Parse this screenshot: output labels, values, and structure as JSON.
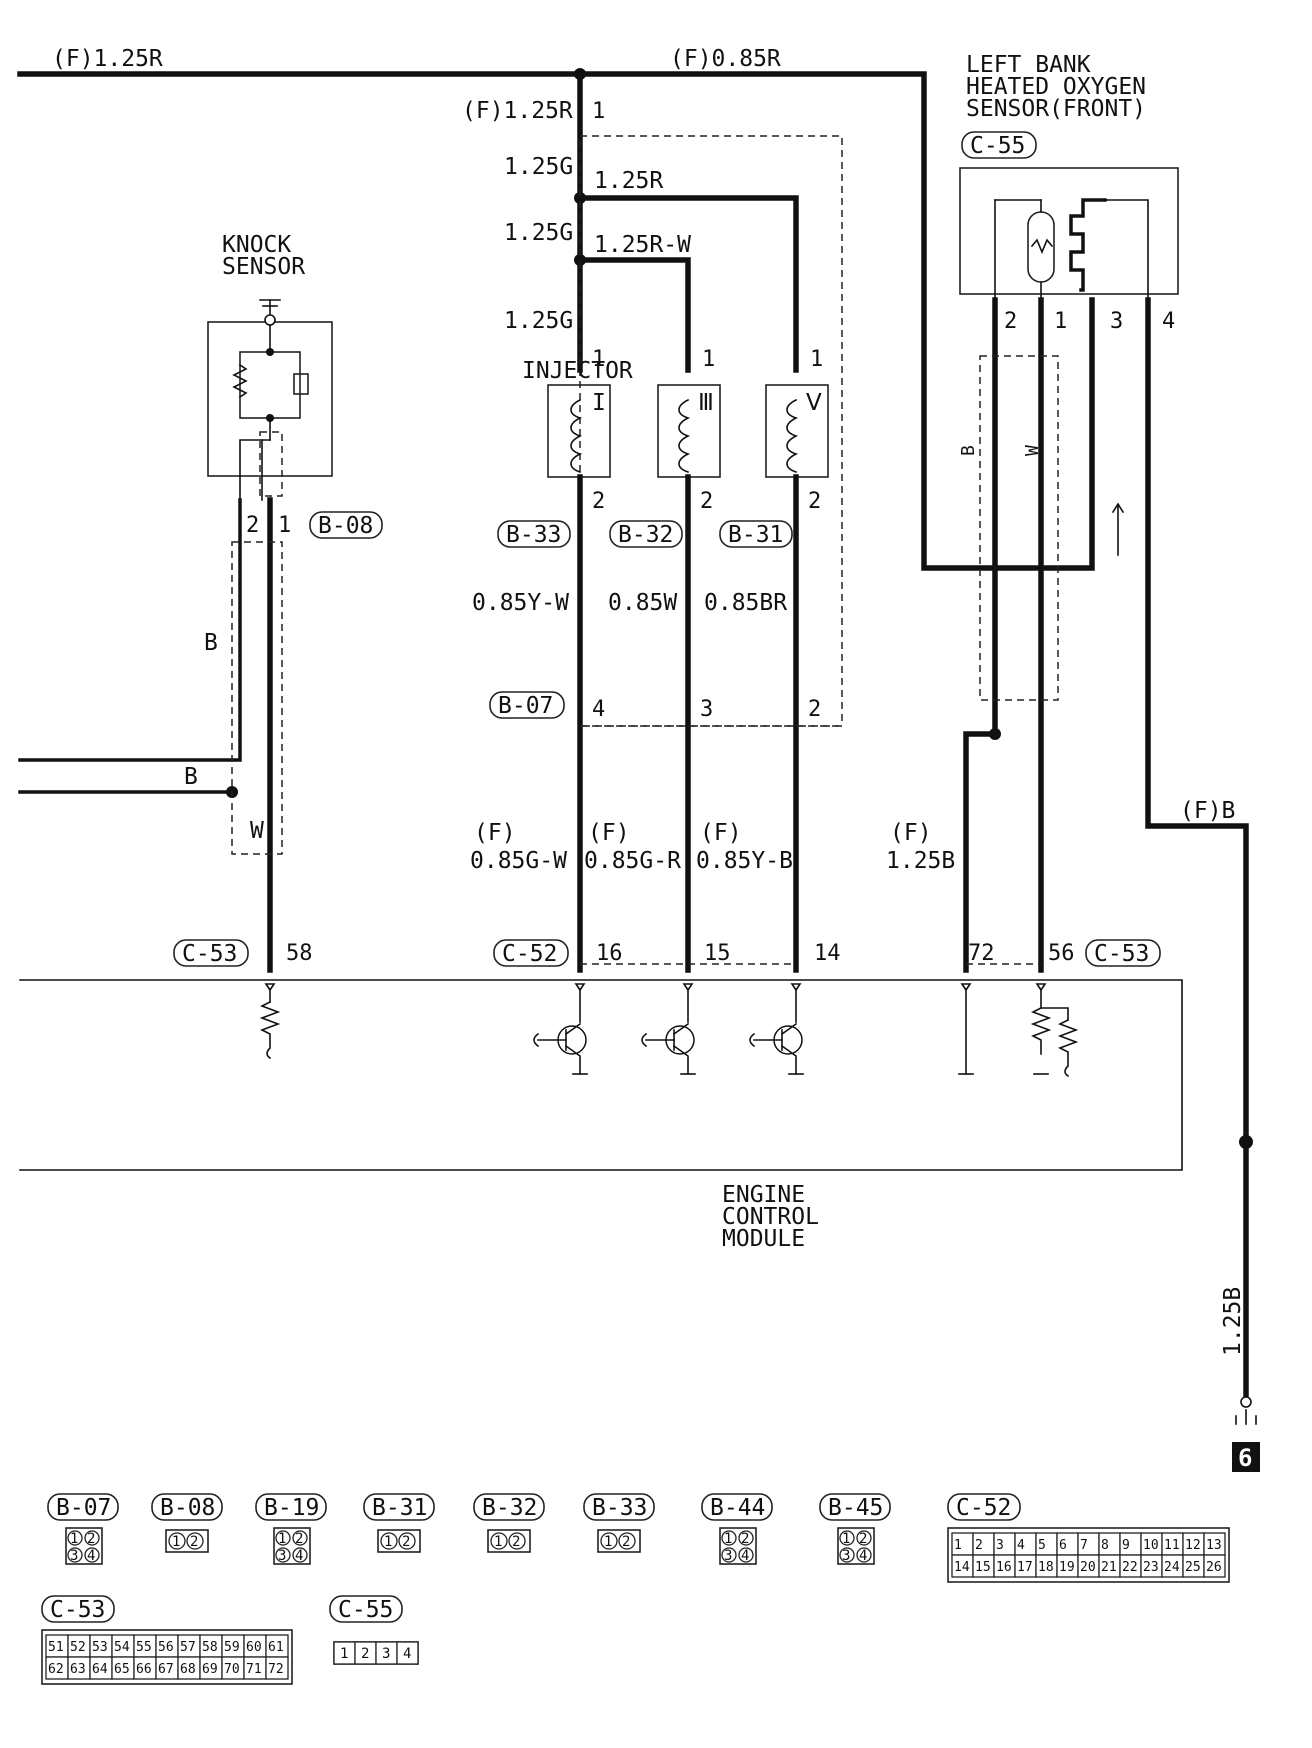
{
  "wires": {
    "top_left": "(F)1.25R",
    "top_right": "(F)0.85R",
    "inj_feed": "(F)1.25R",
    "g1": "1.25G",
    "r1": "1.25R",
    "g2": "1.25G",
    "rw": "1.25R-W",
    "g3": "1.25G",
    "inj1_out": "0.85Y-W",
    "inj3_out": "0.85W",
    "inj5_out": "0.85BR",
    "ecm1_pre": "(F)",
    "ecm1": "0.85G-W",
    "ecm2_pre": "(F)",
    "ecm2": "0.85G-R",
    "ecm3_pre": "(F)",
    "ecm3": "0.85Y-B",
    "o2_gnd_pre": "(F)",
    "o2_gnd": "1.25B",
    "o2_b": "B",
    "o2_w": "W",
    "knock_b_vert": "B",
    "knock_b_horiz": "B",
    "knock_w": "W",
    "fb": "(F)B",
    "ground": "1.25B"
  },
  "components": {
    "knock_sensor_line1": "KNOCK",
    "knock_sensor_line2": "SENSOR",
    "o2_line1": "LEFT BANK",
    "o2_line2": "HEATED OXYGEN",
    "o2_line3": "SENSOR(FRONT)",
    "injector": "INJECTOR",
    "inj_1_roman": "I",
    "inj_3_roman": "Ⅲ",
    "inj_5_roman": "Ⅴ",
    "ecm_line1": "ENGINE",
    "ecm_line2": "CONTROL",
    "ecm_line3": "MODULE",
    "ground_number": "6"
  },
  "connectors": {
    "b08": "B-08",
    "b33": "B-33",
    "b32": "B-32",
    "b31": "B-31",
    "b07": "B-07",
    "c55": "C-55",
    "c53_left": "C-53",
    "c52": "C-52",
    "c53_right": "C-53"
  },
  "pins": {
    "p_inj_top": "1",
    "p_inj3_1": "1",
    "p_inj5_1": "1",
    "p_inj1_top": "1",
    "p_inj1_2": "2",
    "p_inj3_2": "2",
    "p_inj5_2": "2",
    "p_ks_2": "2",
    "p_ks_1": "1",
    "p_b07_4": "4",
    "p_b07_3": "3",
    "p_b07_2": "2",
    "p_o2_2": "2",
    "p_o2_1": "1",
    "p_o2_3": "3",
    "p_o2_4": "4",
    "p_ecm_58": "58",
    "p_ecm_16": "16",
    "p_ecm_15": "15",
    "p_ecm_14": "14",
    "p_ecm_72": "72",
    "p_ecm_56": "56"
  },
  "legend": {
    "b07": {
      "label": "B-07",
      "pins": [
        "1",
        "2",
        "3",
        "4"
      ]
    },
    "b08": {
      "label": "B-08",
      "pins": [
        "1",
        "2"
      ]
    },
    "b19": {
      "label": "B-19",
      "pins": [
        "1",
        "2",
        "3",
        "4"
      ]
    },
    "b31": {
      "label": "B-31",
      "pins": [
        "1",
        "2"
      ]
    },
    "b32": {
      "label": "B-32",
      "pins": [
        "1",
        "2"
      ]
    },
    "b33": {
      "label": "B-33",
      "pins": [
        "1",
        "2"
      ]
    },
    "b44": {
      "label": "B-44",
      "pins": [
        "1",
        "2",
        "3",
        "4"
      ]
    },
    "b45": {
      "label": "B-45",
      "pins": [
        "1",
        "2",
        "3",
        "4"
      ]
    },
    "c52": {
      "label": "C-52",
      "row1": [
        "1",
        "2",
        "3",
        "4",
        "5",
        "6",
        "7",
        "8",
        "9",
        "10",
        "11",
        "12",
        "13"
      ],
      "row2": [
        "14",
        "15",
        "16",
        "17",
        "18",
        "19",
        "20",
        "21",
        "22",
        "23",
        "24",
        "25",
        "26"
      ]
    },
    "c53": {
      "label": "C-53",
      "row1": [
        "51",
        "52",
        "53",
        "54",
        "55",
        "56",
        "57",
        "58",
        "59",
        "60",
        "61"
      ],
      "row2": [
        "62",
        "63",
        "64",
        "65",
        "66",
        "67",
        "68",
        "69",
        "70",
        "71",
        "72"
      ]
    },
    "c55": {
      "label": "C-55",
      "pins": [
        "1",
        "2",
        "3",
        "4"
      ]
    }
  }
}
